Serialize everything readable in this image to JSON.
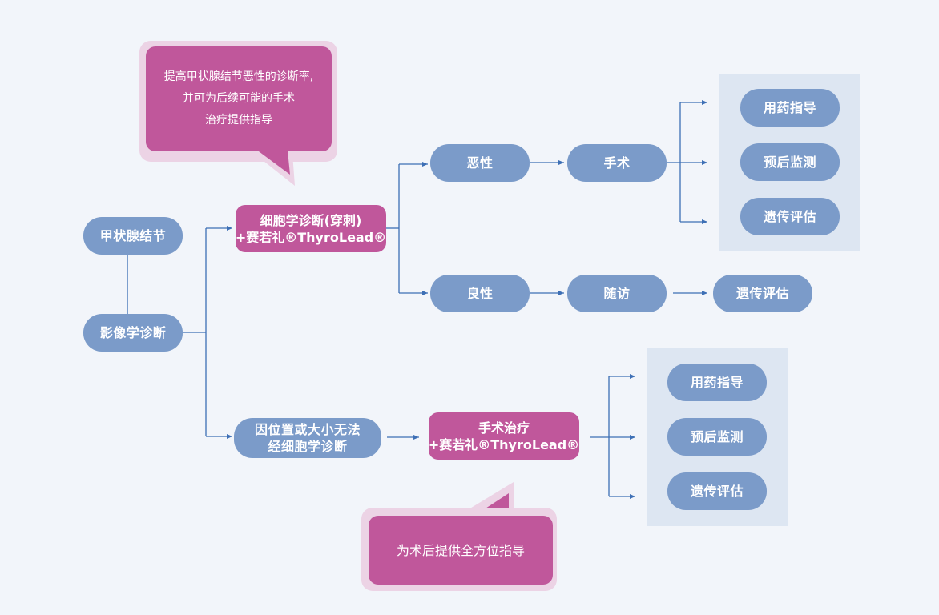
{
  "diagram": {
    "root": "甲状腺结节",
    "imaging": "影像学诊断",
    "cytology": {
      "line1": "细胞学诊断(穿刺)",
      "line2": "+赛若礼®ThyroLead®"
    },
    "malignant": "恶性",
    "benign": "良性",
    "surgery": "手术",
    "followup": "随访",
    "followup_genetic": "遗传评估",
    "malignant_outcomes": [
      "用药指导",
      "预后监测",
      "遗传评估"
    ],
    "undiagnosable": {
      "line1": "因位置或大小无法",
      "line2": "经细胞学诊断"
    },
    "surgical_treatment": {
      "line1": "手术治疗",
      "line2": "+赛若礼®ThyroLead®"
    },
    "surgical_outcomes": [
      "用药指导",
      "预后监测",
      "遗传评估"
    ],
    "callout_top": [
      "提高甲状腺结节恶性的诊断率,",
      "并可为后续可能的手术",
      "治疗提供指导"
    ],
    "callout_bottom": "为术后提供全方位指导",
    "colors": {
      "background": "#f2f5fa",
      "blue_node": "#7b9bc9",
      "pink_node": "#c0579b",
      "panel": "#dde6f2",
      "connector": "#3d6fb5",
      "bubble_border": "#ecd3e5"
    }
  }
}
